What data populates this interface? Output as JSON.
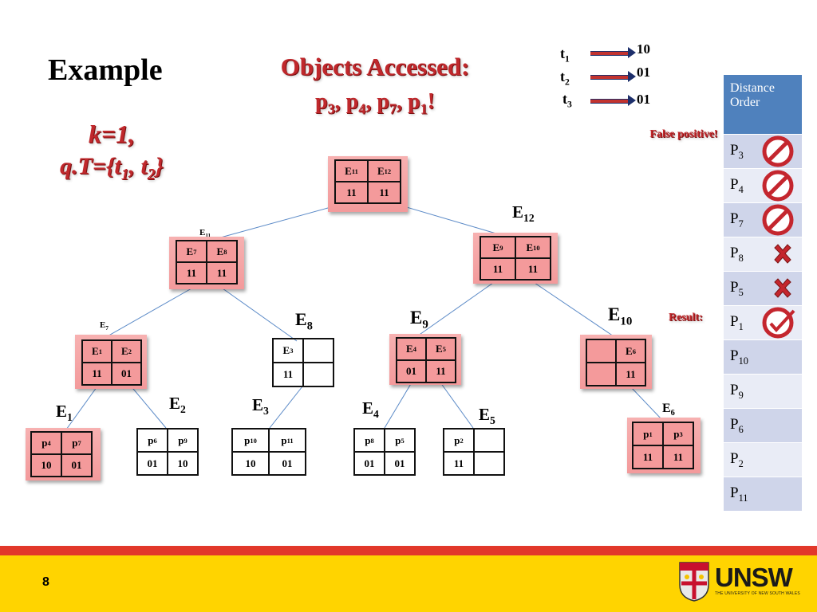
{
  "title": "Example",
  "headline_line1": "Objects Accessed:",
  "headline_line2": "p3, p4, p7, p1!",
  "params_line1": "k=1,",
  "params_line2": "q.T={t1, t2}",
  "keywords": [
    {
      "t": "t1",
      "code": "10"
    },
    {
      "t": "t2",
      "code": "01"
    },
    {
      "t": "t3",
      "code": "01"
    }
  ],
  "annotations": {
    "false_positive": "False positive!",
    "result": "Result:"
  },
  "distance_order": {
    "header": "Distance Order",
    "items": [
      "P3",
      "P4",
      "P7",
      "P8",
      "P5",
      "P1",
      "P10",
      "P9",
      "P6",
      "P2",
      "P11"
    ],
    "marks": [
      "no-entry",
      "no-entry",
      "no-entry",
      "cross",
      "cross",
      "check",
      "",
      "",
      "",
      "",
      ""
    ]
  },
  "tree": {
    "root": {
      "cells": [
        "E11",
        "E12",
        "11",
        "11"
      ]
    },
    "E11": {
      "label": "E11",
      "cells": [
        "E7",
        "E8",
        "11",
        "11"
      ]
    },
    "E12": {
      "label": "E12",
      "cells": [
        "E9",
        "E10",
        "11",
        "11"
      ]
    },
    "E7": {
      "label": "E7",
      "cells": [
        "E1",
        "E2",
        "11",
        "01"
      ]
    },
    "E8": {
      "label": "E8",
      "cells": [
        "E3",
        "",
        "11",
        ""
      ]
    },
    "E9": {
      "label": "E9",
      "cells": [
        "E4",
        "E5",
        "01",
        "11"
      ]
    },
    "E10": {
      "label": "E10",
      "cells": [
        "",
        "E6",
        "",
        "11"
      ]
    },
    "E1": {
      "label": "E1",
      "cells": [
        "p4",
        "p7",
        "10",
        "01"
      ]
    },
    "E2": {
      "label": "E2",
      "cells": [
        "p6",
        "p9",
        "01",
        "10"
      ]
    },
    "E3": {
      "label": "E3",
      "cells": [
        "p10",
        "p11",
        "10",
        "01"
      ]
    },
    "E4": {
      "label": "E4",
      "cells": [
        "p8",
        "p5",
        "01",
        "01"
      ]
    },
    "E5": {
      "label": "E5",
      "cells": [
        "p2",
        "",
        "11",
        ""
      ]
    },
    "E6": {
      "label": "E6",
      "cells": [
        "p1",
        "p3",
        "11",
        "11"
      ]
    }
  },
  "footer": {
    "page": "8",
    "logo": "UNSW",
    "logo_sub": "THE UNIVERSITY OF NEW SOUTH WALES"
  }
}
